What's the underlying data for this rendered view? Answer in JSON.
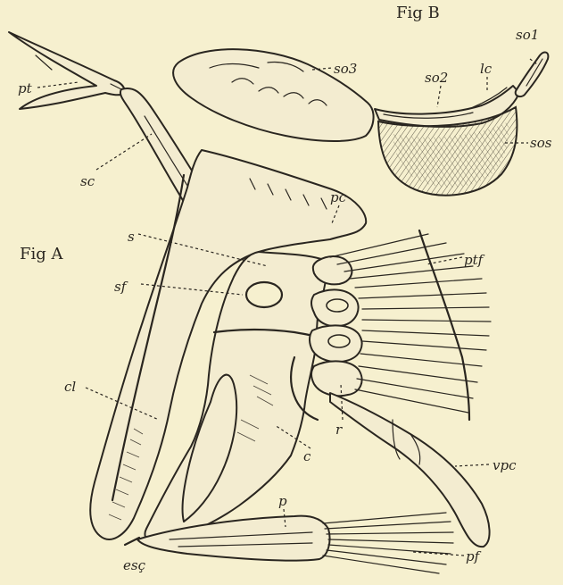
{
  "figure_titles": {
    "fig_a": "Fig A",
    "fig_b": "Fig B"
  },
  "labels": {
    "pt": "pt",
    "sc": "sc",
    "pc": "pc",
    "s": "s",
    "sf": "sf",
    "ptf": "ptf",
    "cl": "cl",
    "c": "c",
    "r": "r",
    "vpc": "vpc",
    "p": "p",
    "esc": "esç",
    "pf": "pf",
    "so1": "so1",
    "so2": "so2",
    "so3": "so3",
    "lc": "lc",
    "sos": "sos"
  }
}
